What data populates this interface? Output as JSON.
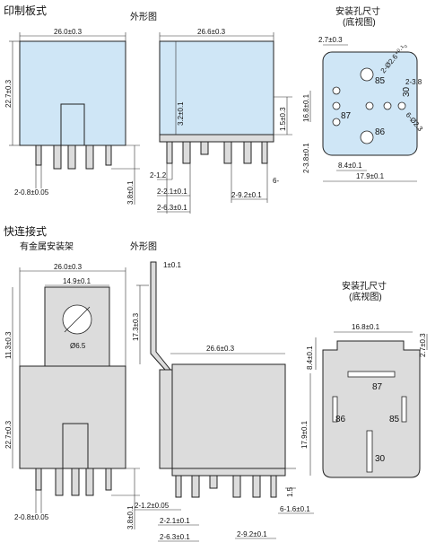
{
  "top": {
    "title": "印制板式",
    "outline_label": "外形图",
    "hole_title": "安装孔尺寸",
    "hole_sub": "(底视图)",
    "front": {
      "w": "26.0±0.3",
      "h": "22.7±0.3",
      "pin": "2-0.8±0.05",
      "pin_len": "3.8±0.1"
    },
    "side": {
      "w": "26.6±0.3",
      "h": "3.2±0.1",
      "step": "1.5±0.3",
      "p1": "2-1.2",
      "p2": "2-2.1±0.1",
      "p3": "2-6.3±0.1",
      "p4": "2-9.2±0.1",
      "p5": "6-"
    },
    "holes": {
      "d1": "2.7±0.3",
      "d2": "2-Ø2.6⁺⁰·¹₀",
      "d3": "2-3.8",
      "d4": "16.8±0.1",
      "d5": "2-3.8±0.1",
      "d6": "8.4±0.1",
      "d7": "17.9±0.1",
      "d8": "6-Ø2.3",
      "p85": "85",
      "p87": "87",
      "p30": "30",
      "p86": "86"
    }
  },
  "bottom": {
    "title": "快连接式",
    "bracket_label": "有金属安装架",
    "outline_label": "外形图",
    "hole_title": "安装孔尺寸",
    "hole_sub": "(底视图)",
    "front": {
      "w": "26.0±0.3",
      "w2": "14.9±0.1",
      "h1": "11.3±0.3",
      "h2": "22.7±0.3",
      "hole": "Ø6.5",
      "pin": "2-0.8±0.05",
      "pin_len": "3.8±0.1"
    },
    "side": {
      "top": "1±0.1",
      "h": "17.3±0.3",
      "w": "26.6±0.3",
      "p1": "2-1.2±0.05",
      "p2": "2-2.1±0.1",
      "p3": "2-6.3±0.1",
      "p4": "2-9.2±0.1",
      "p5": "6-1.6±0.1",
      "step": "1.5"
    },
    "holes": {
      "w": "16.8±0.1",
      "h": "8.4±0.1",
      "r": "2.7±0.3",
      "h2": "17.9±0.1",
      "p87": "87",
      "p86": "86",
      "p85": "85",
      "p30": "30"
    }
  }
}
